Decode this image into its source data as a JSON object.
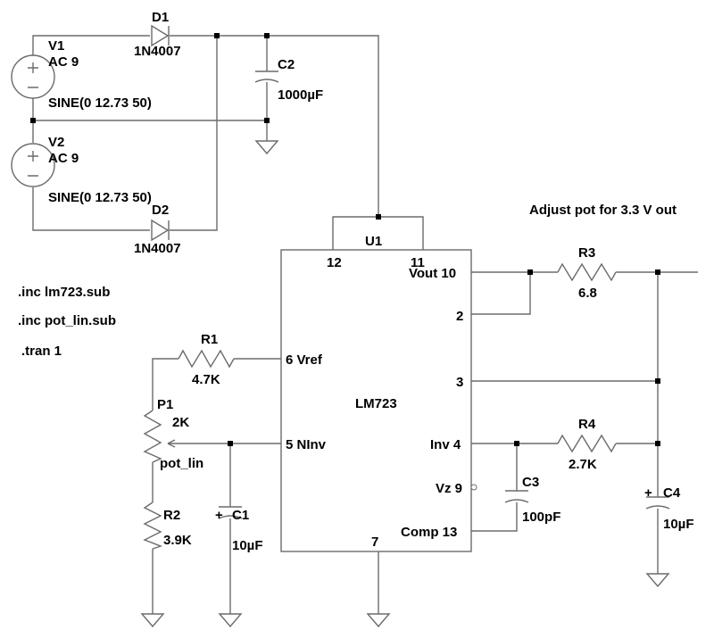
{
  "labels": {
    "v1_name": "V1",
    "v1_value": "AC 9",
    "v1_spec": "SINE(0 12.73 50)",
    "v2_name": "V2",
    "v2_value": "AC 9",
    "v2_spec": "SINE(0 12.73 50)",
    "d1_name": "D1",
    "d1_value": "1N4007",
    "d2_name": "D2",
    "d2_value": "1N4007",
    "c2_name": "C2",
    "c2_value": "1000µF",
    "note": "Adjust pot for 3.3 V out",
    "u1_name": "U1",
    "u1_part": "LM723",
    "pin_12": "12",
    "pin_11": "11",
    "pin_vout": "Vout 10",
    "pin_2": "2",
    "pin_3": "3",
    "pin_inv": "Inv 4",
    "pin_vz": "Vz 9",
    "pin_comp": "Comp 13",
    "pin_vref": "6 Vref",
    "pin_ninv": "5 NInv",
    "pin_7": "7",
    "r3_name": "R3",
    "r3_value": "6.8",
    "r4_name": "R4",
    "r4_value": "2.7K",
    "r1_name": "R1",
    "r1_value": "4.7K",
    "p1_name": "P1",
    "p1_value": "2K",
    "p1_model": "pot_lin",
    "r2_name": "R2",
    "r2_value": "3.9K",
    "c1_name": "C1",
    "c1_value": "10µF",
    "c3_name": "C3",
    "c3_value": "100pF",
    "c4_name": "C4",
    "c4_value": "10µF",
    "plus": "+",
    "directive_1": ".inc lm723.sub",
    "directive_2": ".inc pot_lin.sub",
    "directive_3": ".tran 1"
  }
}
